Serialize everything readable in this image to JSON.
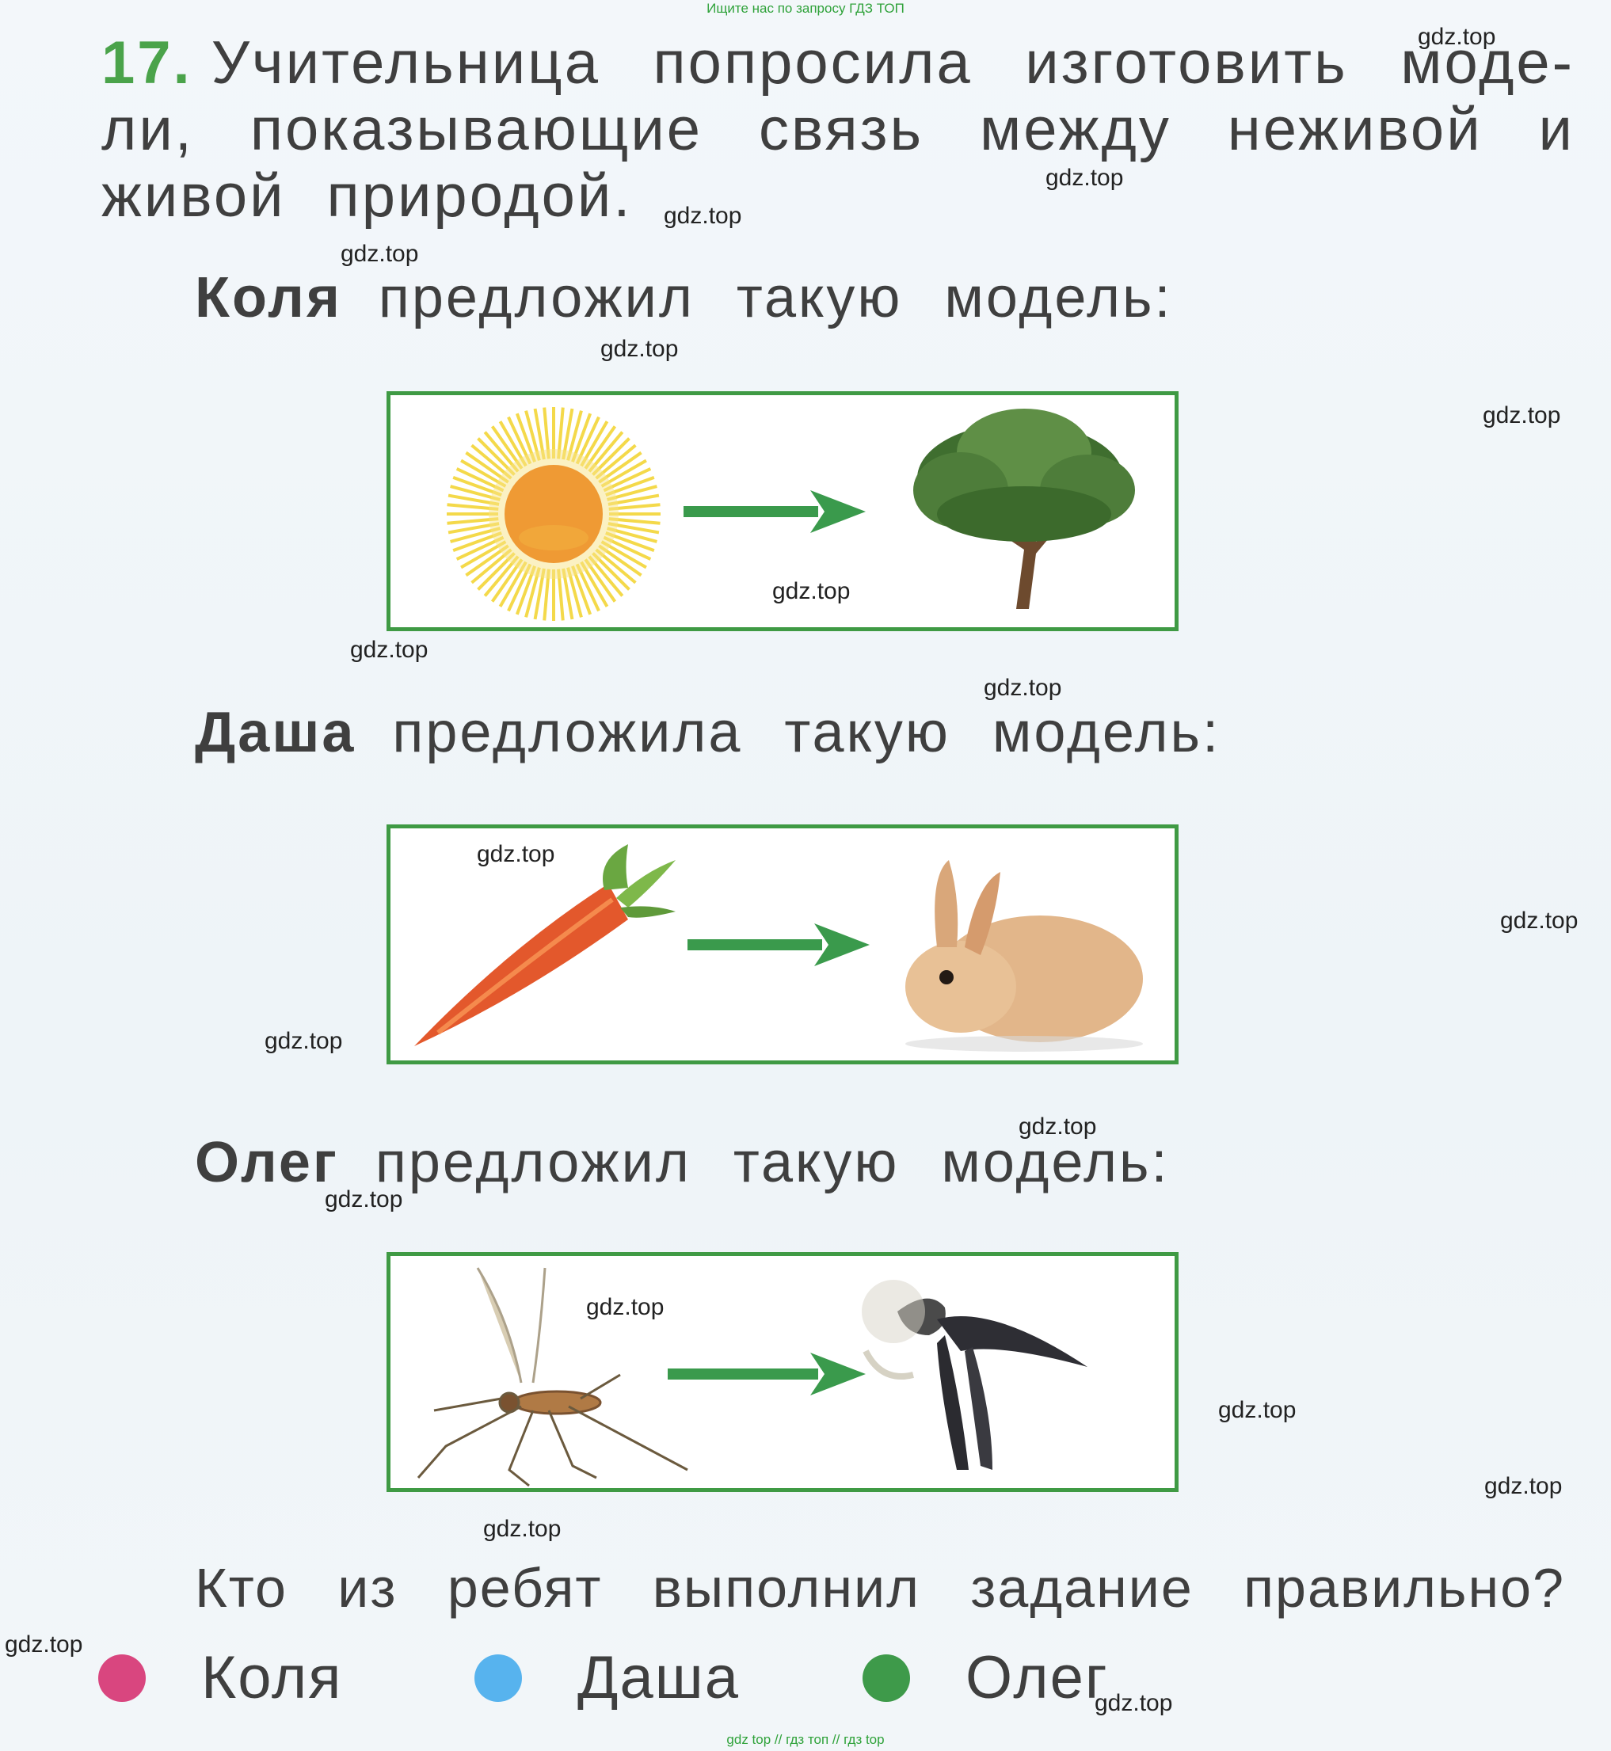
{
  "header": {
    "banner": "Ищите нас по запросу ГДЗ ТОП"
  },
  "footer": {
    "banner": "gdz top  //  гдз топ  //  гдз top"
  },
  "task": {
    "number": "17.",
    "line1": [
      "Учительница",
      "попросила",
      "изготовить",
      "моде-"
    ],
    "line2": [
      "ли,",
      "показывающие",
      "связь",
      "между",
      "неживой",
      "и"
    ],
    "line3": [
      "живой",
      "природой."
    ]
  },
  "models": [
    {
      "name": "Коля",
      "rest": "предложил такую модель:",
      "from": "sun-image",
      "to": "tree-image"
    },
    {
      "name": "Даша",
      "rest": "предложила такую модель:",
      "from": "carrot-image",
      "to": "rabbit-image"
    },
    {
      "name": "Олег",
      "rest": "предложил такую модель:",
      "from": "mosquito-image",
      "to": "swallow-image"
    }
  ],
  "question": {
    "words": [
      "Кто",
      "из",
      "ребят",
      "выполнил",
      "задание",
      "правильно?"
    ]
  },
  "options": [
    {
      "label": "Коля",
      "color": "#d9467f"
    },
    {
      "label": "Даша",
      "color": "#57b3ee"
    },
    {
      "label": "Олег",
      "color": "#3e9a4a"
    }
  ],
  "colors": {
    "accent_green": "#3f9a44",
    "arrow_green": "#3a9a4c",
    "text": "#3f3f3f"
  },
  "watermark": "gdz.top"
}
